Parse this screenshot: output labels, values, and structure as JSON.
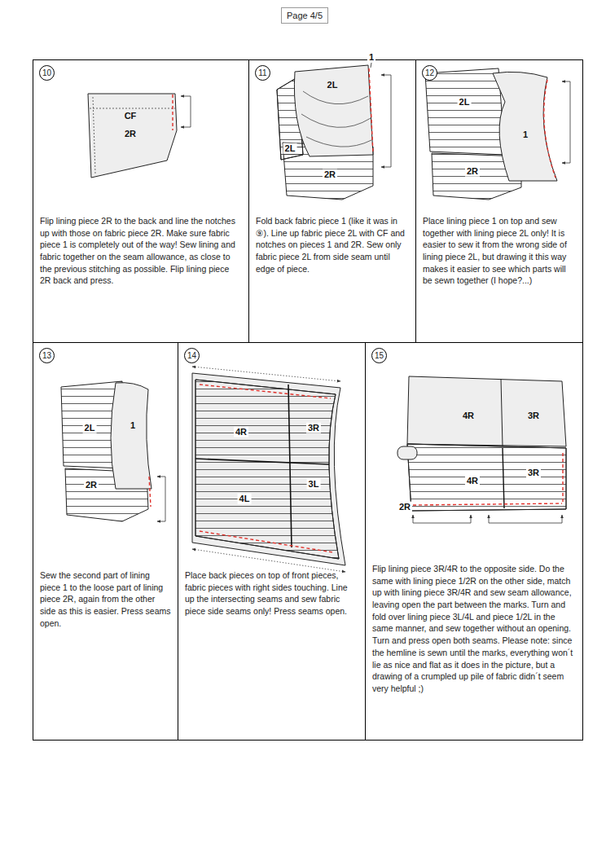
{
  "diagram": {
    "nodes": [
      {
        "text": [
          "Page 4/5"
        ]
      },
      {
        "text": [
          "Flip lining piece 2R to the back and line the notches up with those on fabric piece 2R. Make sure fabric piece 1 is completely out of the way! Sew lining and fabric together on the seam allowance, as close to the previous stitching as possible. Flip lining piece 2R back and press."
        ]
      },
      {
        "text": [
          "10"
        ],
        "in": 1
      },
      {
        "text": [
          "Fold back fabric piece 1 (like it was in ⑨). Line up fabric piece 2L with CF and notches on pieces 1 and 2R. Sew only fabric piece 2L from side seam until edge of piece."
        ]
      },
      {
        "text": [
          "11"
        ],
        "in": 3
      },
      {
        "text": [
          "Place lining piece 1 on top and sew together with lining piece 2L only! It is easier to sew it from the wrong side of lining piece 2L, but drawing it this way makes it easier to see which parts will be sewn together (I hope?...)"
        ]
      },
      {
        "text": [
          "12"
        ],
        "in": 5
      },
      {
        "text": [
          "Sew the second part of lining piece 1 to the loose part of lining piece 2R, again from the other side as this is easier. Press seams open."
        ]
      },
      {
        "text": [
          "13"
        ],
        "in": 7
      },
      {
        "text": [
          "Place back pieces on top of front pieces, fabric pieces with right sides touching. Line up the intersecting seams and sew fabric piece side seams only! Press seams open."
        ]
      },
      {
        "text": [
          "14"
        ],
        "in": 9
      },
      {
        "text": [
          "Flip lining piece 3R/4R to the opposite side. Do the same with lining piece 1/2R on the other side, match up with lining piece 3R/4R and sew seam allowance, leaving open the part between the marks. Turn and fold over lining piece 3L/4L and piece 1/2L in the same manner, and sew together without an opening. Turn and press open both seams. Please note: since the hemline is sewn until the marks, everything won´t lie as nice and flat as it does in the picture, but a drawing of a crumpled up pile of fabric didn´t seem very helpful ;)"
        ]
      },
      {
        "text": [
          "15"
        ],
        "in": 11
      }
    ],
    "labels": [
      "CF",
      "2R",
      "1",
      "2L",
      "2L",
      "2R",
      "2L",
      "1",
      "2R",
      "2L",
      "1",
      "2R",
      "4R",
      "3R",
      "3L",
      "4L",
      "4R",
      "3R",
      "3R",
      "4R",
      "2R"
    ]
  }
}
